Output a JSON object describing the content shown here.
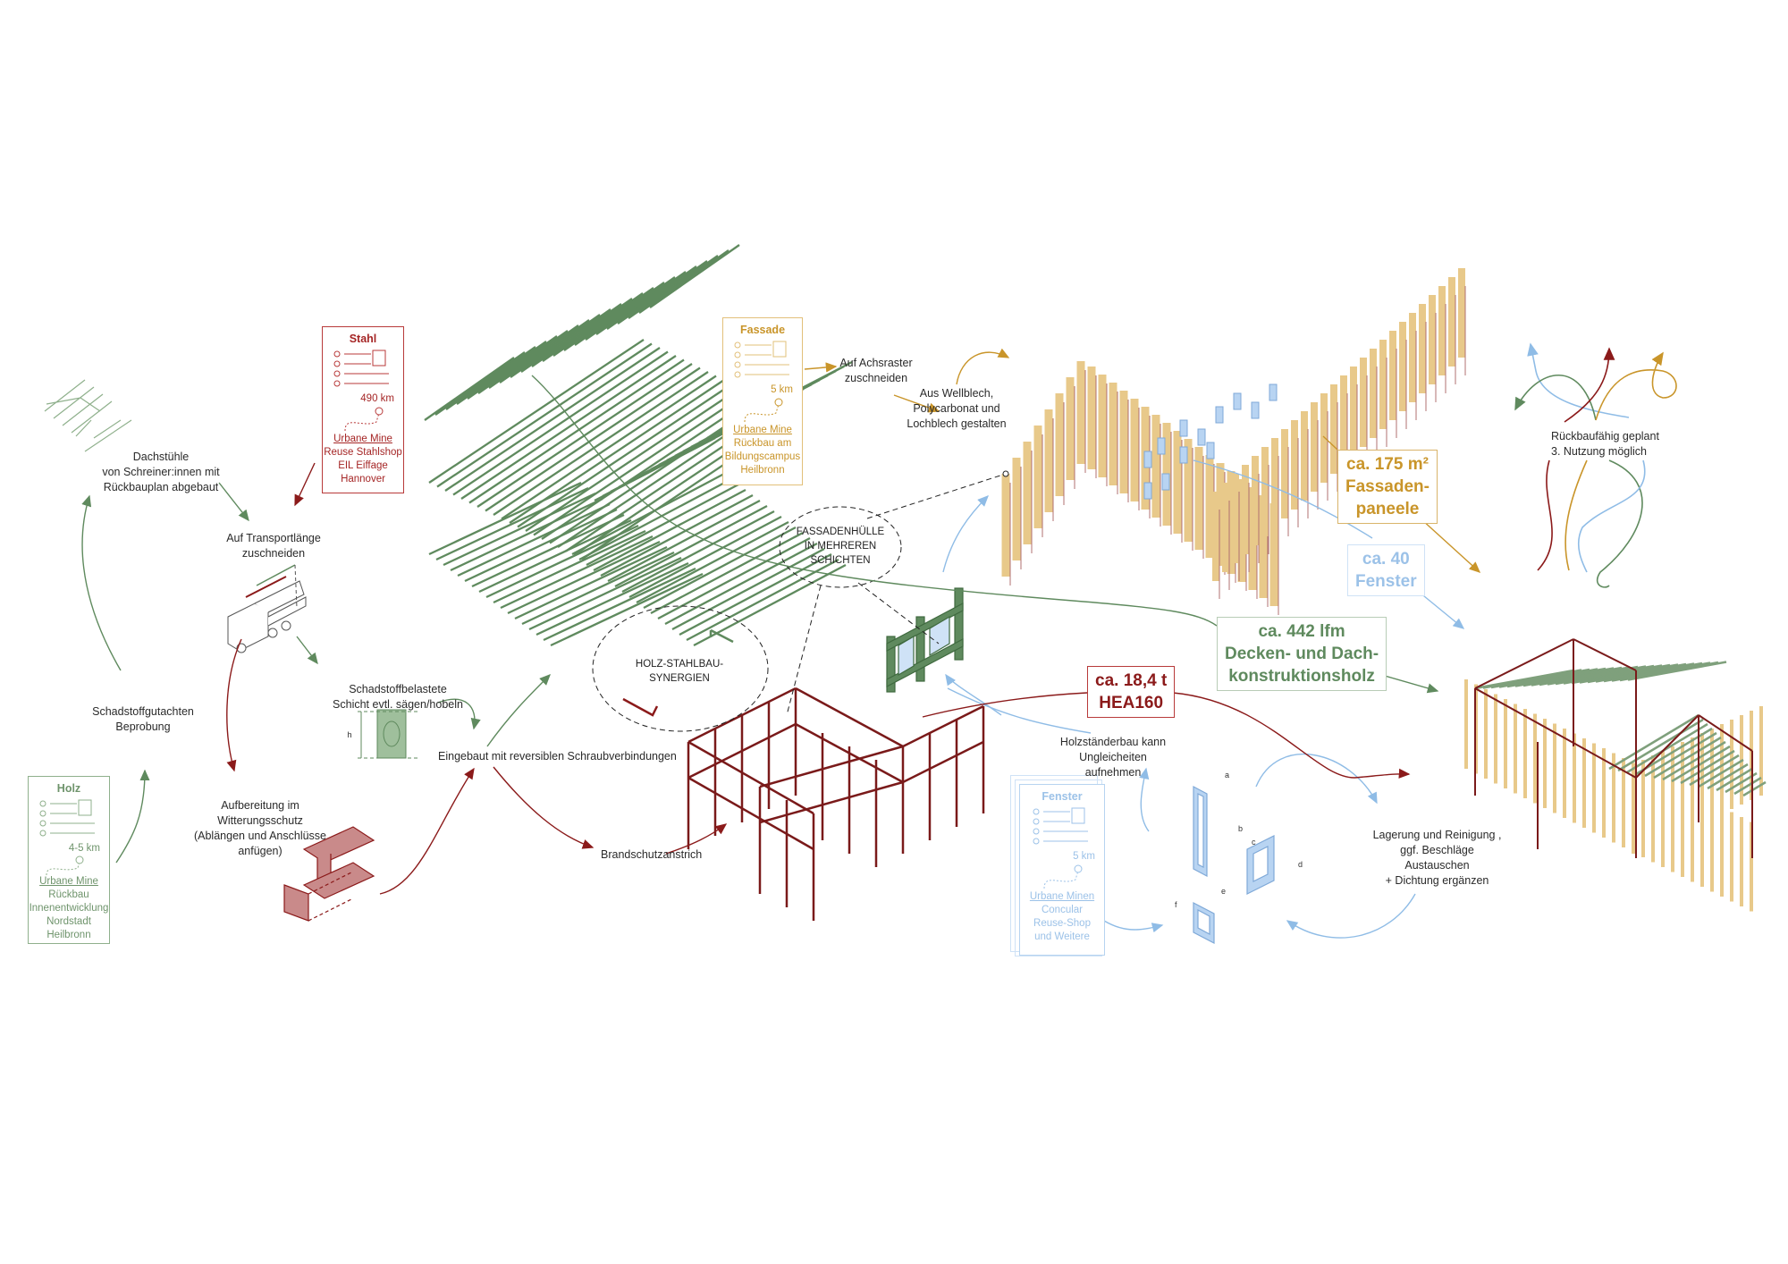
{
  "colors": {
    "green": "#5f8a5e",
    "red": "#8b1a1a",
    "gold": "#c9952a",
    "blue": "#8fbce6",
    "facade": "#e8c98a"
  },
  "cards": {
    "stahl": {
      "title": "Stahl",
      "distance": "490 km",
      "link": "Urbane Mine",
      "lines": [
        "Reuse Stahlshop",
        "EIL Eiffage",
        "Hannover"
      ]
    },
    "holz": {
      "title": "Holz",
      "distance": "4-5 km",
      "link": "Urbane Mine",
      "lines": [
        "Rückbau",
        "Innenentwicklung",
        "Nordstadt",
        "Heilbronn"
      ]
    },
    "fassade": {
      "title": "Fassade",
      "distance": "5 km",
      "link": "Urbane Mine",
      "lines": [
        "Rückbau am",
        "Bildungscampus",
        "Heilbronn"
      ]
    },
    "fenster": {
      "title": "Fenster",
      "distance": "5 km",
      "link": "Urbane Minen",
      "lines": [
        "Concular",
        "Reuse-Shop",
        "und Weitere"
      ]
    }
  },
  "steps": {
    "dachstuehle": [
      "Dachstühle",
      "von Schreiner:innen mit",
      "Rückbauplan abgebaut"
    ],
    "transport": [
      "Auf Transportlänge",
      "zuschneiden"
    ],
    "gutachten": [
      "Schadstoffgutachten",
      "Beprobung"
    ],
    "aufbereitung": [
      "Aufbereitung im",
      "Witterungsschutz",
      "(Ablängen und Anschlüsse",
      "anfügen)"
    ],
    "schadstoff": [
      "Schadstoffbelastete",
      "Schicht evtl. sägen/hobeln"
    ],
    "section_label": "h",
    "eingebaut": "Eingebaut mit reversiblen Schraubverbindungen",
    "brandschutz": "Brandschutzanstrich",
    "achsraster": [
      "Auf Achsraster",
      "zuschneiden"
    ],
    "wellblech": [
      "Aus Wellblech,",
      "Polycarbonat und",
      "Lochblech gestalten"
    ],
    "holzstaender": [
      "Holzständerbau kann",
      "Ungleicheiten",
      "aufnehmen"
    ],
    "lagerung": [
      "Lagerung und Reinigung ,",
      "ggf. Beschläge",
      "Austauschen",
      "+ Dichtung ergänzen"
    ],
    "rueckbau": [
      "Rückbaufähig geplant",
      "3. Nutzung möglich"
    ]
  },
  "ellipses": {
    "synergien": [
      "HOLZ-STAHLBAU-",
      "SYNERGIEN"
    ],
    "fassadenhuelle": [
      "FASSADENHÜLLE",
      "IN MEHREREN",
      "SCHICHTEN"
    ]
  },
  "quantities": {
    "fassade": [
      "ca. 175 m²",
      "Fassaden-",
      "paneele"
    ],
    "fenster": [
      "ca. 40",
      "Fenster"
    ],
    "holz": [
      "ca. 442 lfm",
      "Decken- und Dach-",
      "konstruktionsholz"
    ],
    "stahl": [
      "ca. 18,4 t",
      "HEA160"
    ]
  },
  "window_dims": [
    "a",
    "b",
    "c",
    "d",
    "e",
    "f"
  ]
}
